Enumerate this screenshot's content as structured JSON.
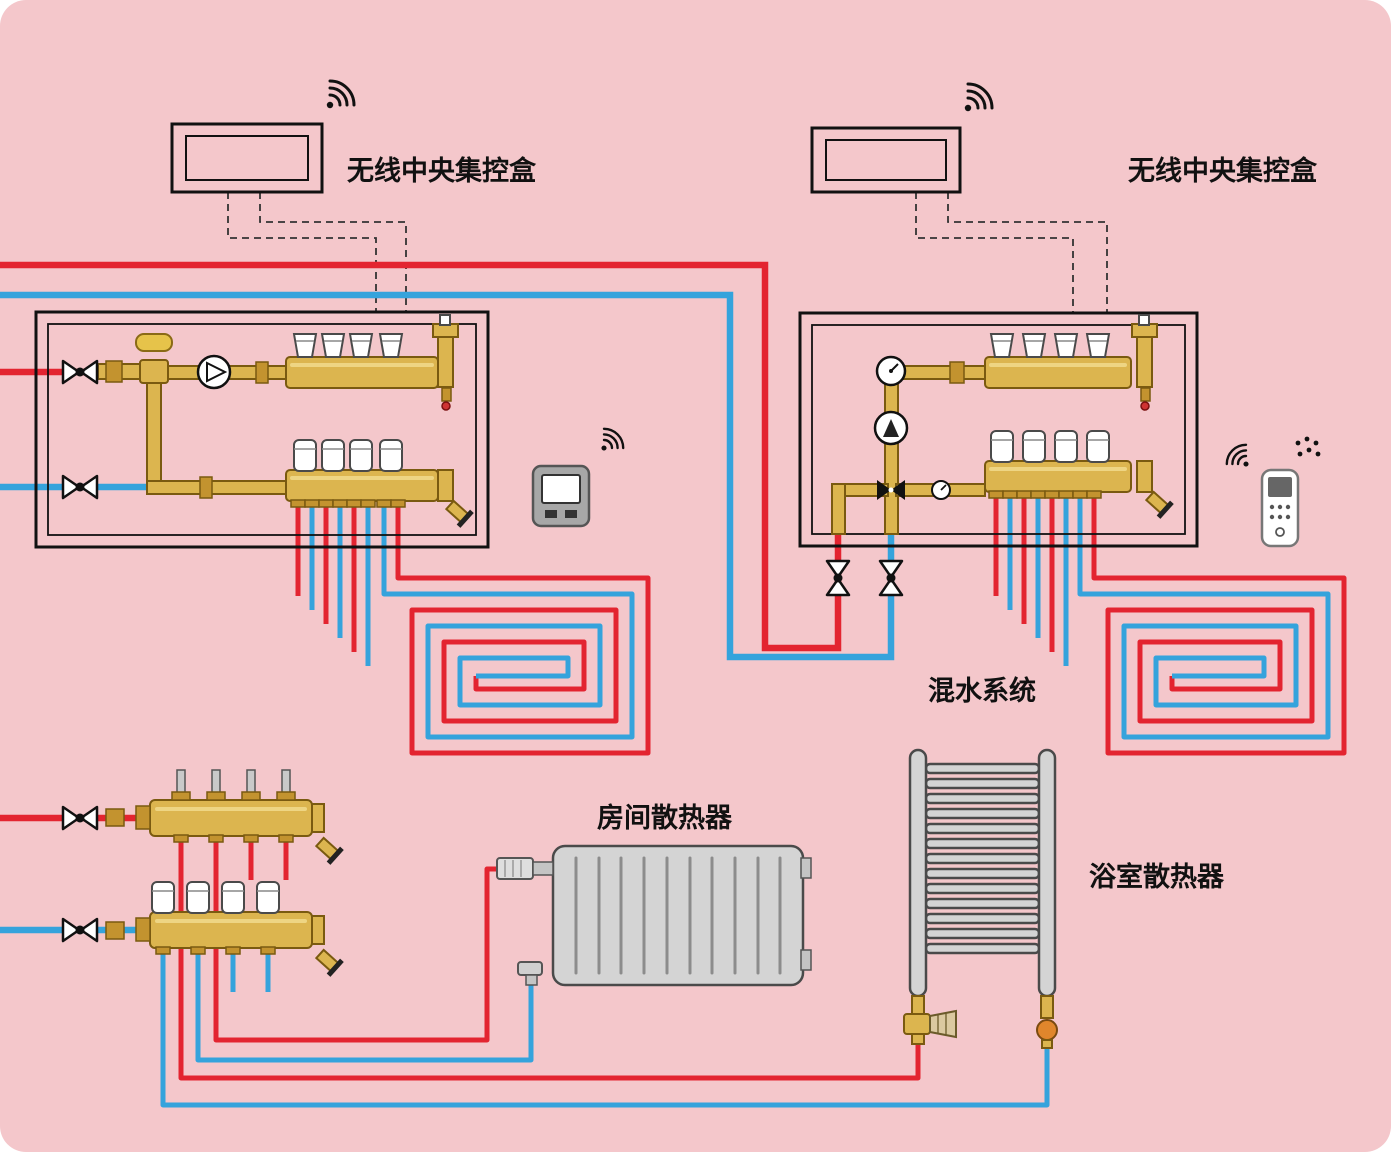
{
  "page": {
    "background_color": "#f4c7cb"
  },
  "palette": {
    "supply_pipe_red": "#e32430",
    "return_pipe_blue": "#35a3dc",
    "brass_gold": "#dcb54f",
    "brass_dark": "#c3932f",
    "outline_black": "#111111",
    "device_gray": "#a7a7a7",
    "radiator_gray": "#d4d4d4",
    "knob_beige": "#dbc9a0",
    "union_orange": "#e0862c"
  },
  "labels": {
    "wireless_hub_left": "无线中央集控盒",
    "wireless_hub_right": "无线中央集控盒",
    "mixing_system": "混水系统",
    "room_radiator": "房间散热器",
    "bathroom_radiator": "浴室散热器"
  },
  "icons": [
    "wifi-signal-icon",
    "signal-dots-icon",
    "shutoff-valve-icon",
    "circulation-pump-icon",
    "pressure-gauge-icon",
    "thermometer-icon",
    "air-vent-icon",
    "drain-valve-icon",
    "flow-meter-icon",
    "valve-actuator-icon",
    "room-thermostat-icon",
    "remote-control-icon",
    "thermostatic-valve-icon"
  ]
}
